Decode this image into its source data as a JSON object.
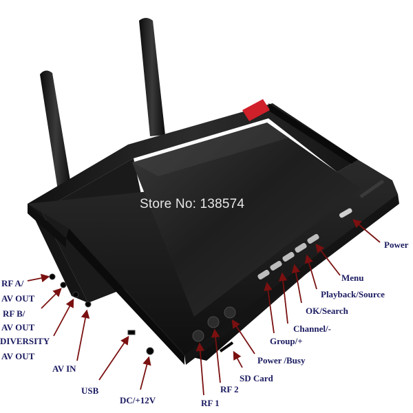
{
  "watermark": "Store No: 138574",
  "labels": {
    "power": "Power",
    "menu": "Menu",
    "playback_source": "Playback/Source",
    "ok_search": "OK/Search",
    "channel_minus": "Channel/-",
    "group_plus": "Group/+",
    "power_busy": "Power /Busy",
    "sd_card": "SD Card",
    "rf2": "RF 2",
    "rf1": "RF 1",
    "dc_12v": "DC/+12V",
    "usb": "USB",
    "av_in": "AV IN",
    "rf_a": "RF A/",
    "av_out_1": "AV OUT",
    "rf_b": "RF B/",
    "av_out_2": "AV OUT",
    "diversity": "DIVERSITY",
    "av_out_3": "AV OUT"
  },
  "colors": {
    "label_text": "#1a1a60",
    "arrow": "#7a1010",
    "body": "#1c1c1c",
    "screen": "#262626",
    "red_tab": "#d0202a"
  }
}
